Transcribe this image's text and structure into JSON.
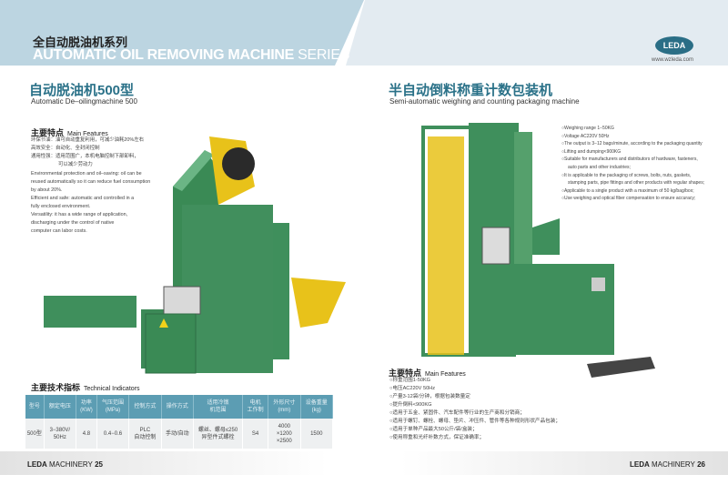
{
  "header": {
    "series_cn": "全自动脱油机系列",
    "series_en_bold": "AUTOMATIC OIL REMOVING MACHINE",
    "series_en_light": "SERIES",
    "logo_text": "LEDA",
    "website": "www.wzleda.com"
  },
  "left": {
    "title_cn": "自动脱油机500型",
    "title_en": "Automatic De–oilingmachine 500",
    "features_title": "主要特点",
    "features_title_en": "Main Features",
    "features_cn": [
      "环保节油：油可自动重复利用，可减少油耗20%左右",
      "高效安全：自动化、全封闭控制",
      "通用性强：适用范围广，本机电脑控制下部卸料，",
      "可以减少劳动力"
    ],
    "features_en": [
      "Environmental protection and oil–saving: oil can be",
      "reused automatically so it can reduce fuel consumption",
      "by about 20%.",
      "Efficient and safe: automatic and controlled in a",
      "fully enclosed environment.",
      "Versatility: it has a wide range of application,",
      "discharging under the control of native",
      "computer can labor costs."
    ],
    "tech_title": "主要技术指标",
    "tech_title_en": "Technical Indicators",
    "table_headers": [
      "型号",
      "额定电压",
      "功率\n(KW)",
      "气压范围\n(MPa)",
      "控制方式",
      "操作方式",
      "适用冷镦\n机范围",
      "电机\n工作制",
      "外形尺寸\n(mm)",
      "设备重量\n(kg)"
    ],
    "table_row": [
      "500型",
      "3−380V/\n50Hz",
      "4.8",
      "0.4−0.6",
      "PLC\n自动控制",
      "手动/自动",
      "螺丝、螺母≤250\n异型件式螺栓",
      "S4",
      "4000\n×1200\n×2500",
      "1500"
    ]
  },
  "right": {
    "title_cn": "半自动倒料称重计数包装机",
    "title_en": "Semi-automatic weighing and counting packaging machine",
    "features_en": [
      "Weighing range 1−50KG",
      "Voltage AC220V 50Hz",
      "The output is 3−12 bags/minute, according to the packaging quantity",
      "Lifting and dumping<900KG",
      "Suitable for manufacturers and distributors of hardware, fasteners,",
      "auto parts and other industries;",
      "It is applicable to the packaging of screws, bolts, nuts, gaskets,",
      "stamping parts, pipe fittings and other products with regular shapes;",
      "Applicable to a single product with a maximum of 50 kg/bag/box;",
      "Use weighing and optical fiber compensation to ensure accuracy;"
    ],
    "features_title": "主要特点",
    "features_title_en": "Main Features",
    "features_cn": [
      "称重范围1-50KG",
      "电压AC220V 50Hz",
      "产量3-12袋/分钟，根据包装数量定",
      "提升倒料<900KG",
      "适用于五金、紧固件、汽车配件等行业的生产商和分销商；",
      "适用于螺钉、螺栓、螺母、垫片、冲压件、管件等各种规则形状产品包装；",
      "适用于单种产品最大50公斤/袋/盒装；",
      "使用称重和光纤补数方式，保证准确率；"
    ]
  },
  "footer": {
    "brand": "LEDA",
    "label": "MACHINERY",
    "page_left": "25",
    "page_right": "26"
  },
  "colors": {
    "machine_green": "#3f8f5c",
    "accent": "#2a7188",
    "table_head": "#5c9db3",
    "yellow": "#e8c21a"
  }
}
